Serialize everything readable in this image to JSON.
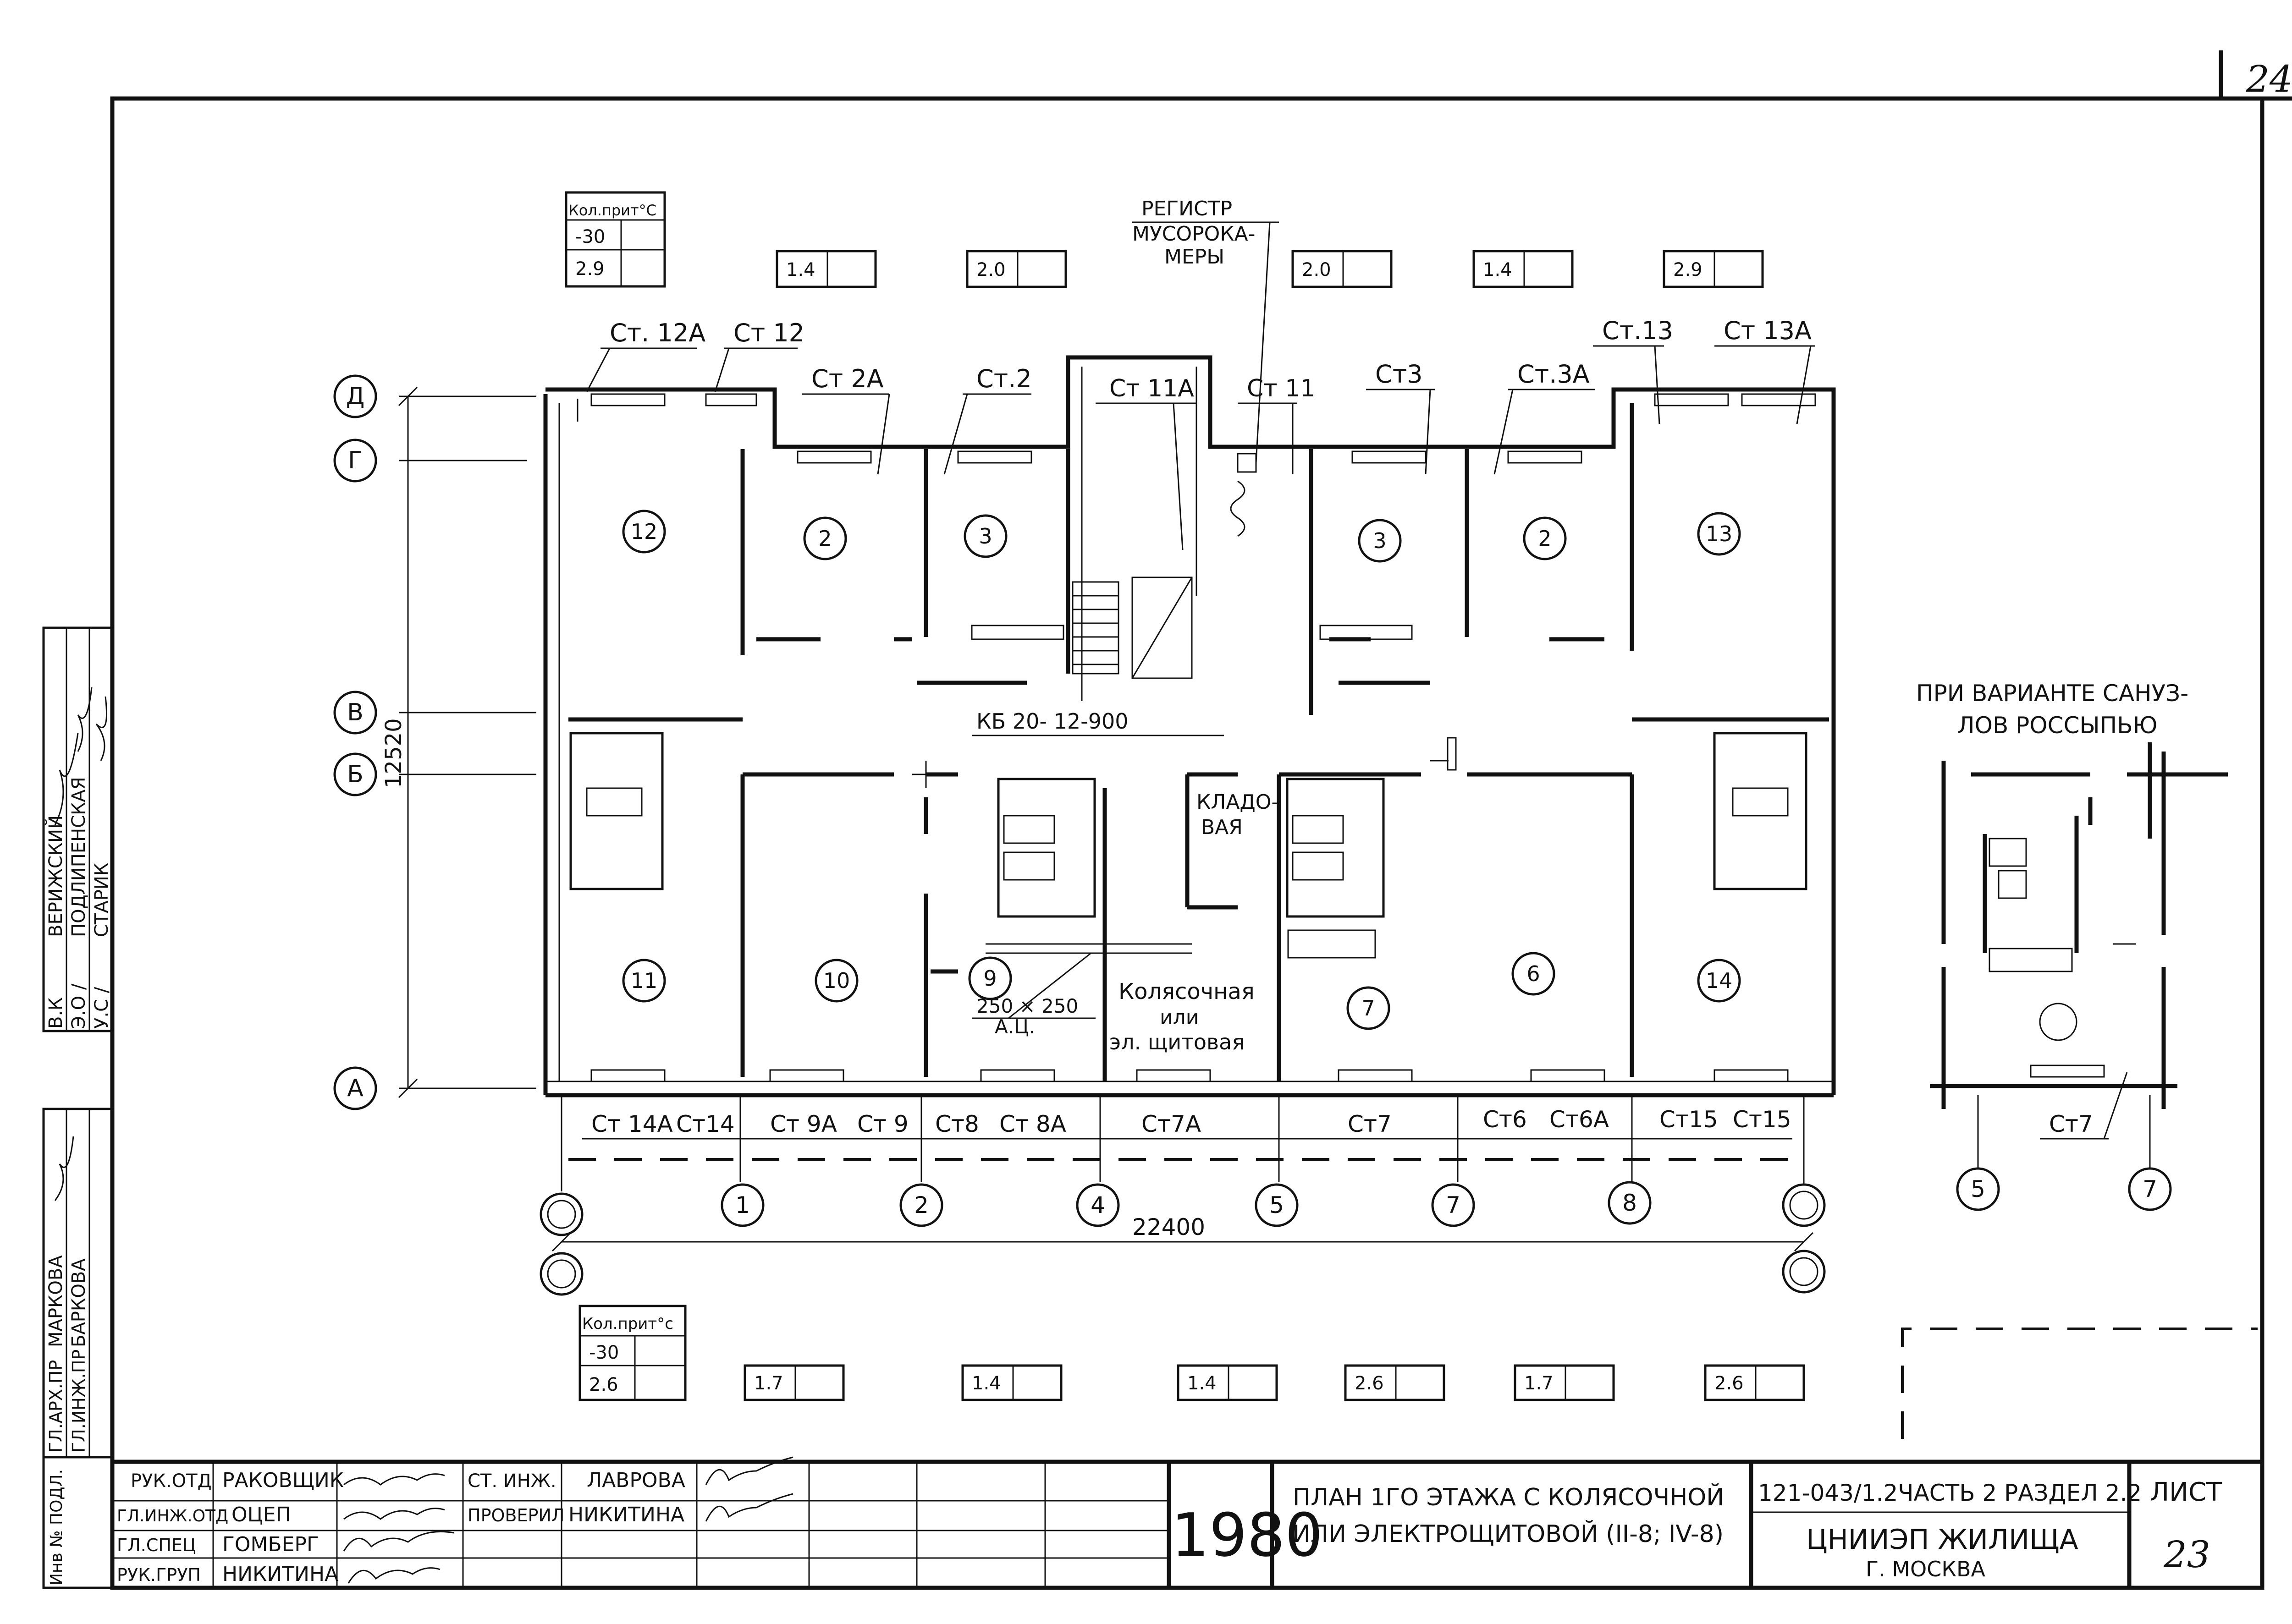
{
  "sheet_number": "24",
  "left_strip": {
    "roles": [
      "В.К",
      "Э.О /",
      "У.С /"
    ],
    "names": [
      "ВЕРИЖСКИЙ",
      "ПОДЛИПЕНСКАЯ",
      "СТАРИК"
    ],
    "approvers_roles": [
      "ГЛ.АРХ.ПР",
      "ГЛ.ИНЖ.ПР"
    ],
    "approvers_names": [
      "МАРКОВА",
      "БАРКОВА"
    ],
    "inv": "Инв № ПОДЛ."
  },
  "temp_tables": {
    "header": "Кол.прит°C",
    "header_bottom": "Кол.прит°с",
    "row1": "-30",
    "top_values": [
      "2.9",
      "1.4",
      "2.0",
      "2.0",
      "1.4",
      "2.9"
    ],
    "bottom_values": [
      "2.6",
      "1.7",
      "1.4",
      "1.4",
      "2.6",
      "1.7",
      "2.6"
    ]
  },
  "register_label": [
    "РЕГИСТР",
    "МУСОРОКА-",
    "МЕРЫ"
  ],
  "risers_top": [
    "Ст. 12А",
    "Ст 12",
    "Ст 2А",
    "Ст.2",
    "Ст 11А",
    "Ст 11",
    "Ст3",
    "Ст.3А",
    "Ст.13",
    "Ст 13А"
  ],
  "risers_bottom": [
    "Ст 14А",
    "Ст14",
    "Ст 9А",
    "Ст 9",
    "Ст8",
    "Ст 8А",
    "Ст7А",
    "Ст7",
    "Ст6",
    "Ст6А",
    "Ст15",
    "Ст15"
  ],
  "axes_rows": [
    "Д",
    "Г",
    "В",
    "Б",
    "А"
  ],
  "axes_cols": [
    "1",
    "2",
    "4",
    "5",
    "7",
    "8"
  ],
  "room_numbers": [
    "12",
    "2",
    "3",
    "3",
    "2",
    "13",
    "11",
    "10",
    "9",
    "7",
    "6",
    "14"
  ],
  "dims": {
    "height": "12520",
    "width": "22400"
  },
  "labels": {
    "lintel": "КБ 20- 12-900",
    "pantry": [
      "КЛАДО-",
      "ВАЯ"
    ],
    "stroller": [
      "Колясочная",
      "или",
      "эл. щитовая"
    ],
    "duct": [
      "250 × 250",
      "А.Ц."
    ]
  },
  "variant": {
    "title": [
      "ПРИ ВАРИАНТЕ САНУЗ-",
      "ЛОВ РОССЫПЬЮ"
    ],
    "riser": "Ст7",
    "axes": [
      "5",
      "7"
    ]
  },
  "title_block": {
    "rows": [
      {
        "role": "РУК.ОТД",
        "name": "РАКОВЩИК"
      },
      {
        "role": "ГЛ.ИНЖ.ОТД",
        "name": "ОЦЕП"
      },
      {
        "role": "ГЛ.СПЕЦ",
        "name": "ГОМБЕРГ"
      },
      {
        "role": "РУК.ГРУП",
        "name": "НИКИТИНА"
      }
    ],
    "extra": [
      {
        "role": "СТ. ИНЖ.",
        "name": "ЛАВРОВА"
      },
      {
        "role": "ПРОВЕРИЛ",
        "name": "НИКИТИНА"
      }
    ],
    "year": "1980",
    "drawing_title": [
      "ПЛАН 1ГО ЭТАЖА С КОЛЯСОЧНОЙ",
      "ИЛИ ЭЛЕКТРОЩИТОВОЙ (II-8; IV-8)"
    ],
    "project_code": "121-043/1.2ЧАСТЬ 2 РАЗДЕЛ 2.2",
    "org": "ЦНИИЭП ЖИЛИЩА",
    "city": "Г. МОСКВА",
    "sheet_label": "ЛИСТ",
    "sheet": "23"
  }
}
